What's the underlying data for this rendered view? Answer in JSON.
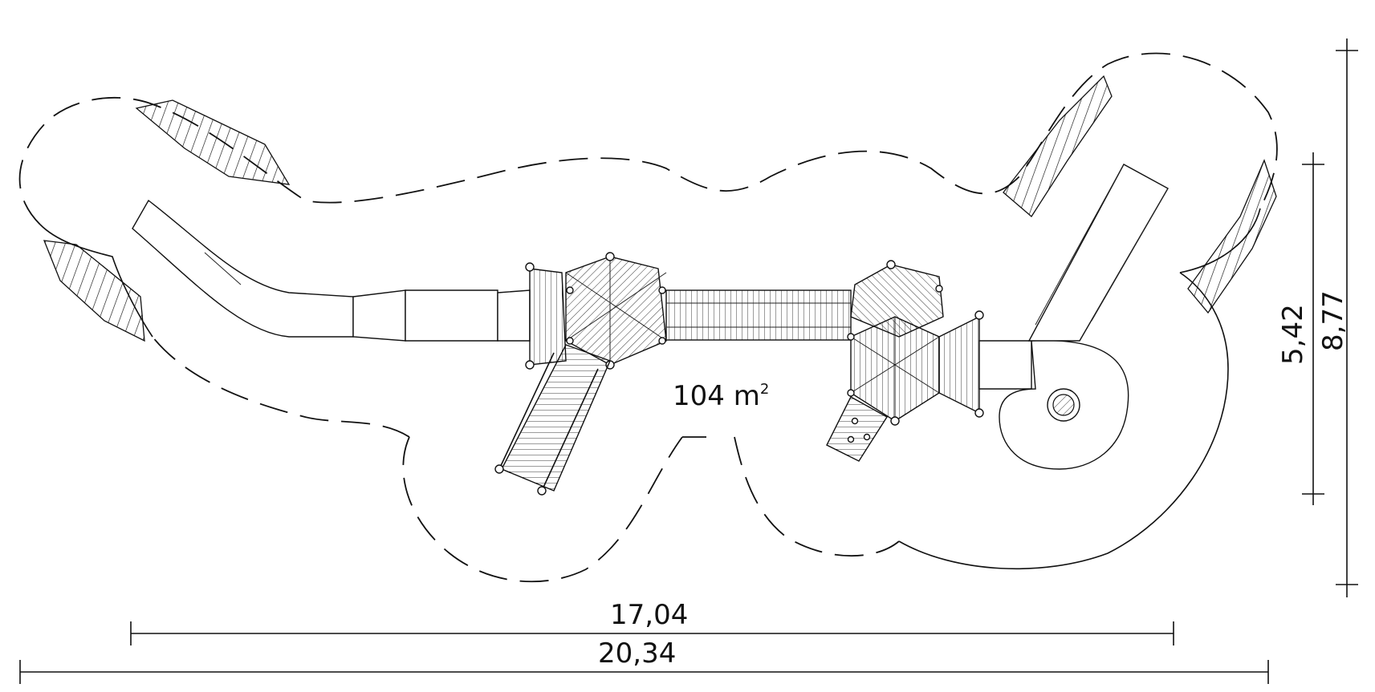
{
  "area": {
    "value": "104 m",
    "unit_sup": "2"
  },
  "dimensions": {
    "width_inner": "17,04",
    "width_outer": "20,34",
    "height_inner": "5,42",
    "height_outer": "8,77"
  },
  "colors": {
    "line": "#111111",
    "background": "#ffffff"
  }
}
